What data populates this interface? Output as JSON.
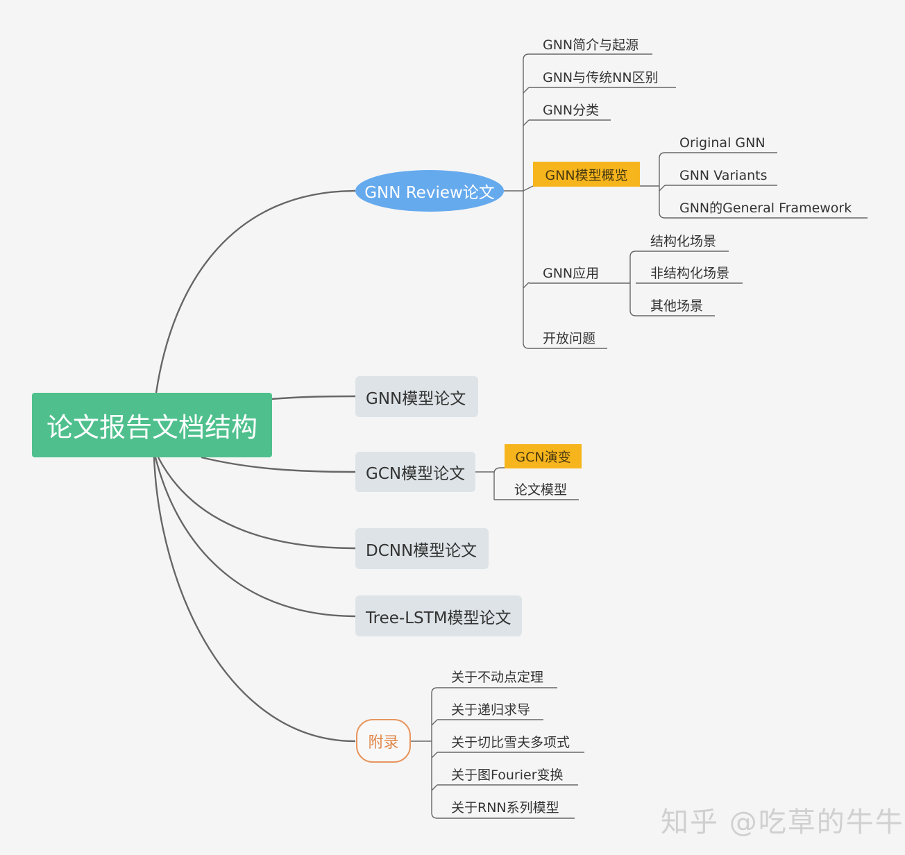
{
  "root": {
    "title": "论文报告文档结构"
  },
  "review": {
    "title": "GNN Review论文",
    "items": [
      "GNN简介与起源",
      "GNN与传统NN区别",
      "GNN分类"
    ],
    "overview": {
      "title": "GNN模型概览",
      "children": [
        "Original GNN",
        "GNN Variants",
        "GNN的General Framework"
      ]
    },
    "application": {
      "title": "GNN应用",
      "children": [
        "结构化场景",
        "非结构化场景",
        "其他场景"
      ]
    },
    "open": "开放问题"
  },
  "gnn_model": {
    "title": "GNN模型论文"
  },
  "gcn_model": {
    "title": "GCN模型论文",
    "evolution": "GCN演变",
    "paper_model": "论文模型"
  },
  "dcnn_model": {
    "title": "DCNN模型论文"
  },
  "treelstm_model": {
    "title": "Tree-LSTM模型论文"
  },
  "appendix": {
    "title": "附录",
    "items": [
      "关于不动点定理",
      "关于递归求导",
      "关于切比雪夫多项式",
      "关于图Fourier变换",
      "关于RNN系列模型"
    ]
  },
  "watermark": "知乎 @吃草的牛牛",
  "colors": {
    "root": "#4fc08d",
    "review": "#66aaee",
    "box": "#dde3e6",
    "highlight": "#f7b51d",
    "appendix": "#e8955d",
    "line": "#666666"
  }
}
